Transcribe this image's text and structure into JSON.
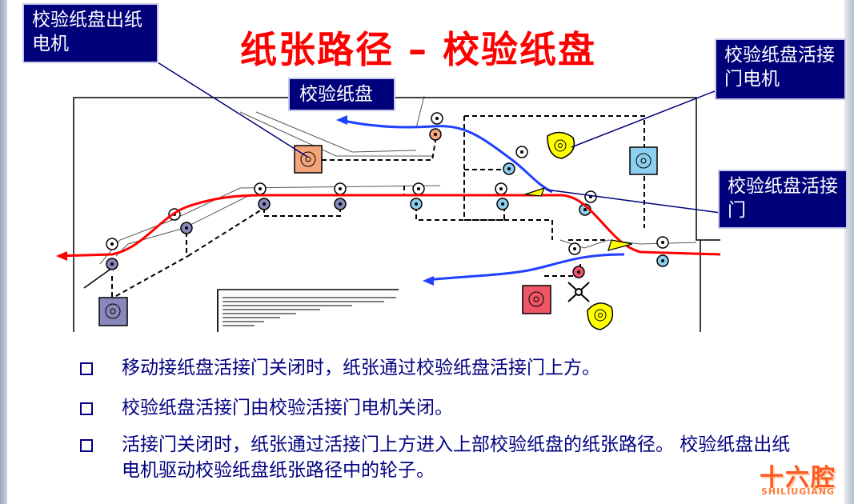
{
  "title": "纸张路径 – 校验纸盘",
  "callouts": {
    "exit_motor": "校验纸盘出纸电机",
    "tray_label": "校验纸盘",
    "gate_motor": "校验纸盘活接门电机",
    "gate": "校验纸盘活接门"
  },
  "bullets": [
    "移动接纸盘活接门关闭时，纸张通过校验纸盘活接门上方。",
    "校验纸盘活接门由校验活接门电机关闭。",
    "活接门关闭时，纸张通过活接门上方进入上部校验纸盘的纸张路径。 校验纸盘出纸电机驱动校验纸盘纸张路径中的轮子。"
  ],
  "logo": {
    "main": "十六腔",
    "sub": "SHILIUGIANG"
  },
  "colors": {
    "title": "#ff0000",
    "callout_bg": "#00007a",
    "bullet_text": "#000080",
    "paper_path_red": "#ff0000",
    "paper_path_blue": "#2040ff",
    "exit_motor_fill": "#f5a57a",
    "gate_motor_fill": "#ffff00",
    "blue_motor_fill": "#8ccfee",
    "red_motor_fill": "#ee5566",
    "purple_motor_fill": "#8888bb"
  }
}
